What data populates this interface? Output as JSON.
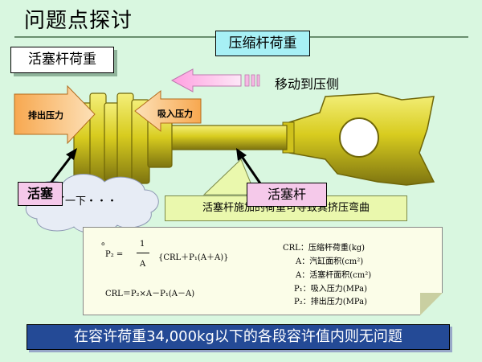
{
  "page": {
    "title": "问题点探讨"
  },
  "labels": {
    "top": "压缩杆荷重",
    "section": "活塞杆荷重",
    "move": "移动到压侧",
    "exhaust_pressure": "排出压力",
    "suction_pressure": "吸入压力",
    "piston": "活塞",
    "piston_rod": "活塞杆",
    "rod_callout": "活塞杆施加的荷重可导致其挤压弯曲",
    "thought": "再了一下・・・"
  },
  "formula": {
    "p2_lhs": "P₂ =",
    "numerator": "1",
    "denominator": "A",
    "p2_rhs": "{CRL＋P₁(A＋A)}",
    "crl_eq": "CRL＝P₂×A－P₁(A－A)",
    "dot": "。",
    "legend": [
      "CRL：压缩杆荷重(kg)",
      "A：汽缸面积(cm²)",
      "A：活塞杆面积(cm²)",
      "P₁：吸入压力(MPa)",
      "P₂：排出压力(MPa)"
    ]
  },
  "conclusion": "在容许荷重34,000kg以下的各段容许值内则无问题",
  "colors": {
    "background": "#d9f7e0",
    "gold": "#d8cc1f",
    "bottom_bar": "#244a96"
  }
}
